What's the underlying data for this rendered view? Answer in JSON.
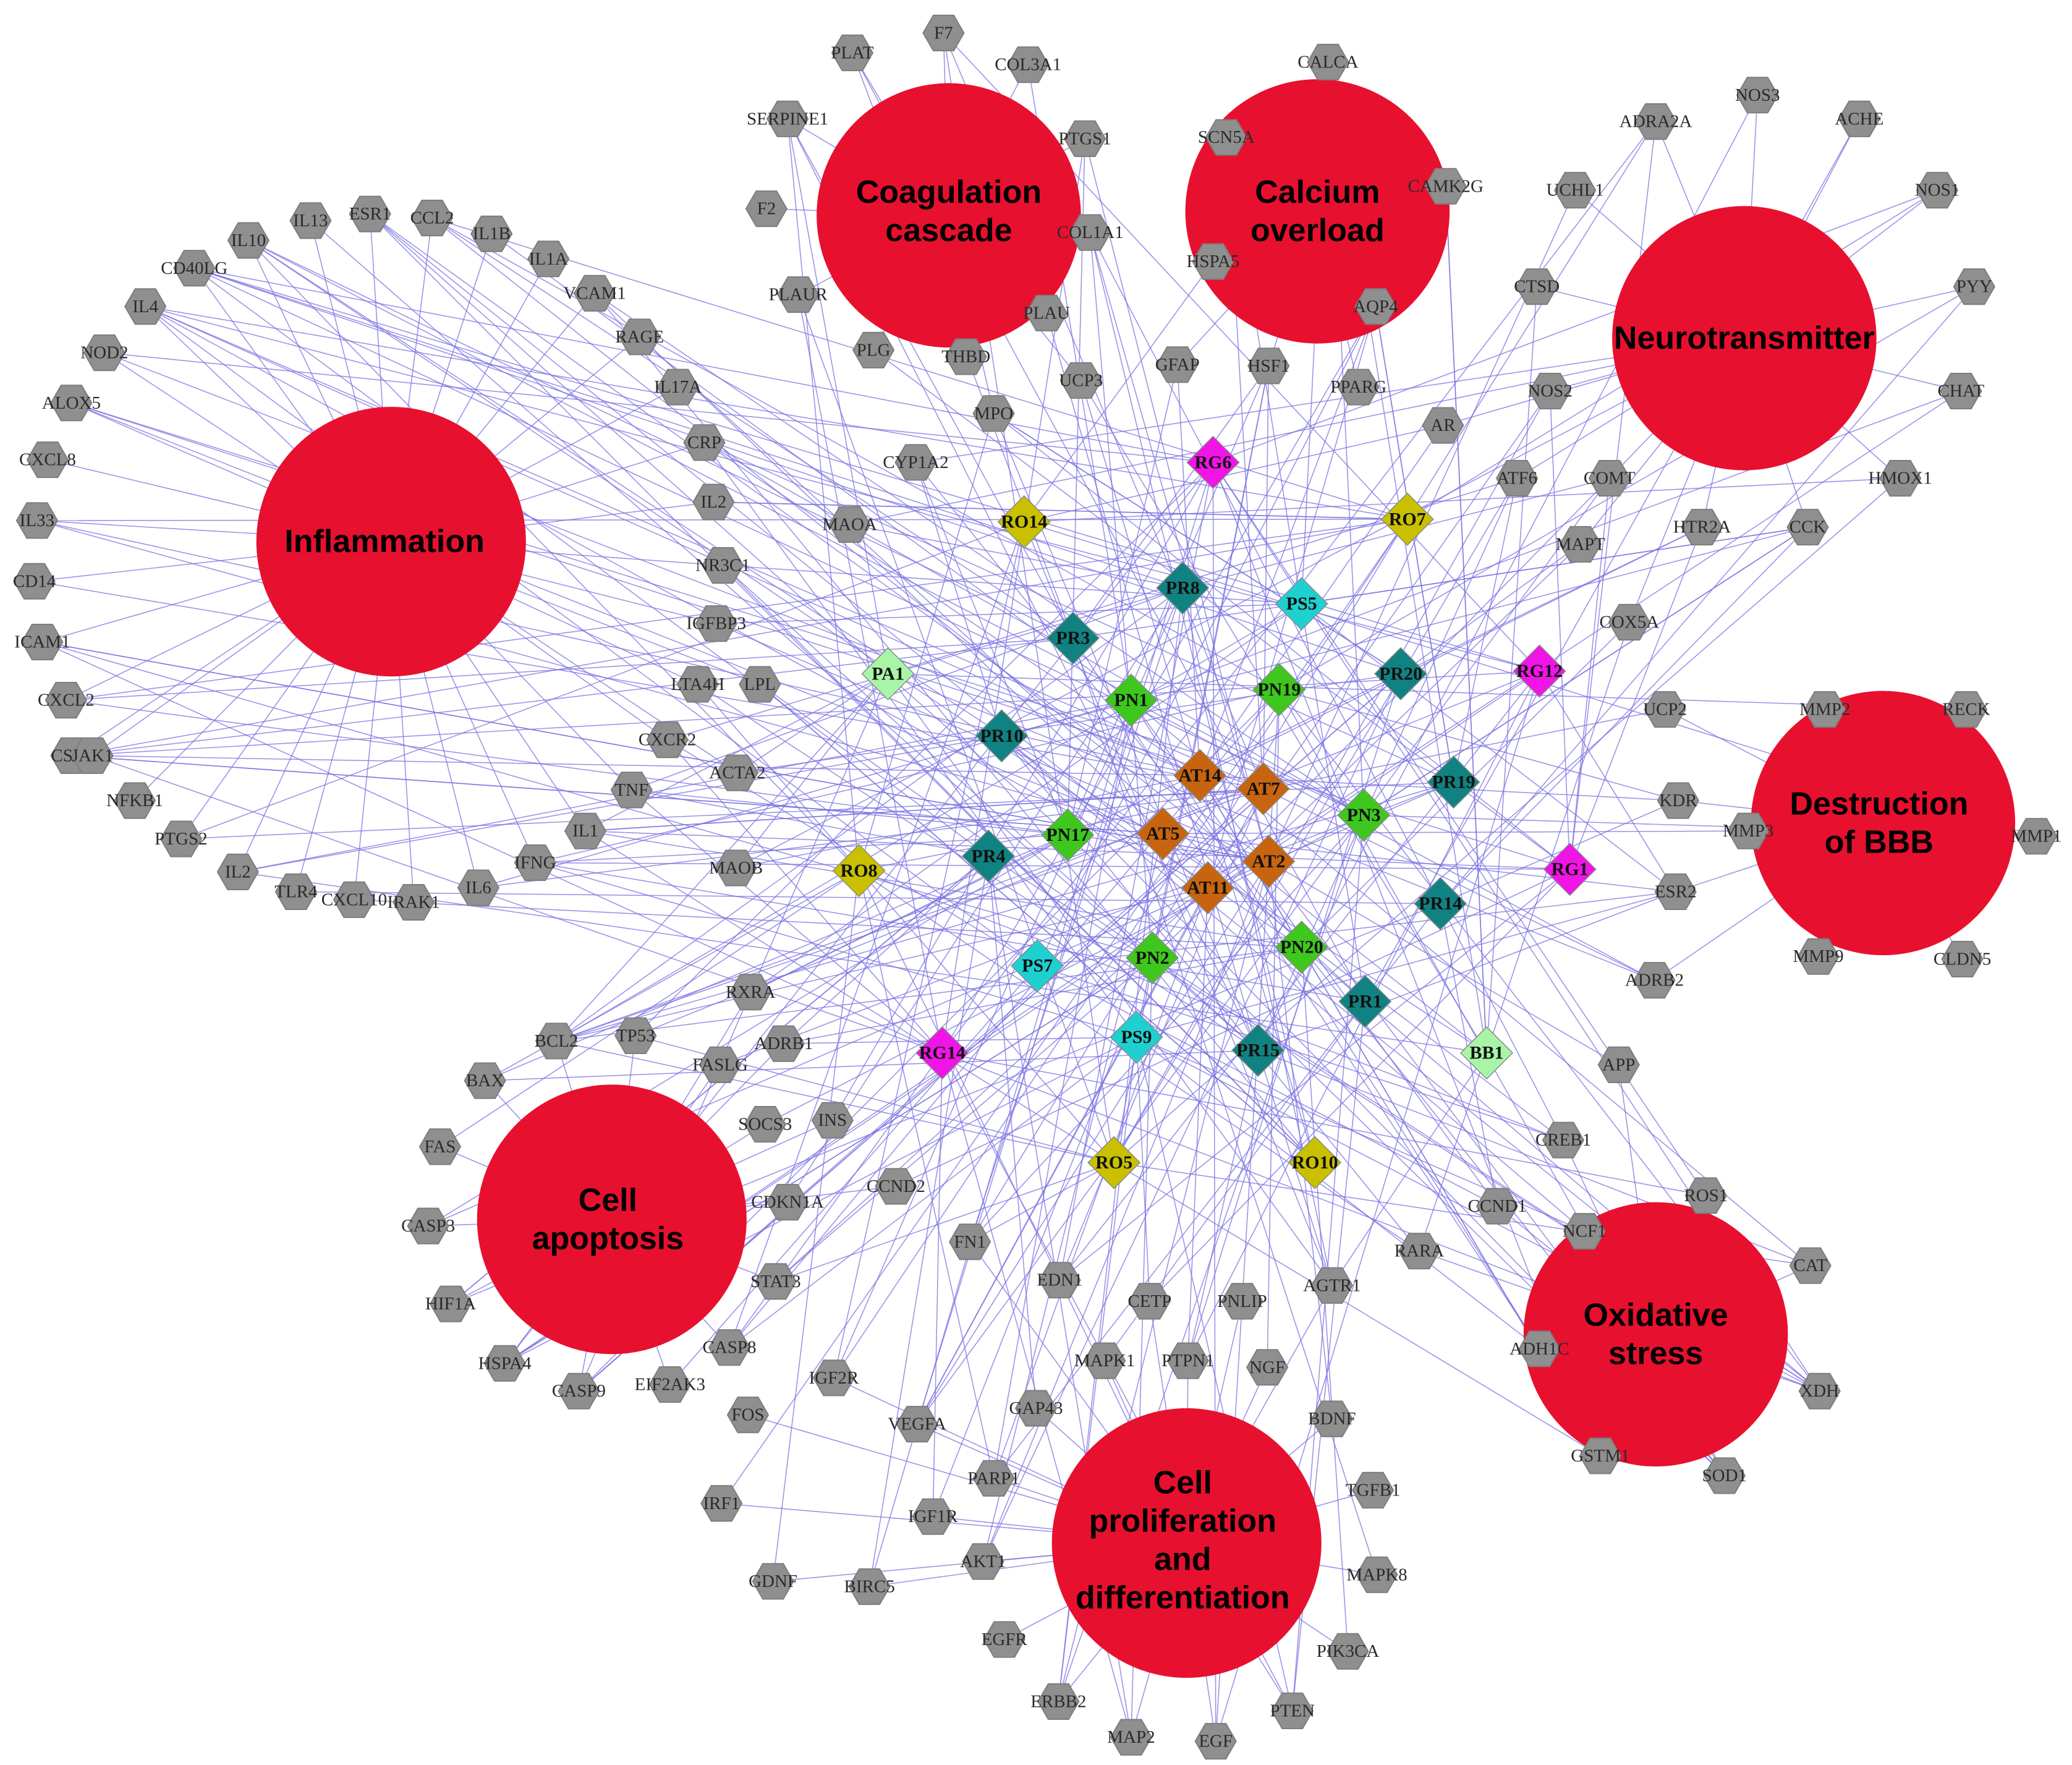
{
  "colors": {
    "edge": "#7b72e0",
    "hub": "#e8102f",
    "gene": "#8f8f8f",
    "AT": "#c8640f",
    "PN": "#3ec81e",
    "PR": "#118282",
    "PS": "#1fd0d0",
    "RG": "#f014e6",
    "RO": "#c8c000",
    "PA": "#a8f5a8",
    "BB": "#a8f5a8"
  },
  "hubs": [
    {
      "id": "inflammation",
      "lines": [
        "Inflammation"
      ]
    },
    {
      "id": "coagulation",
      "lines": [
        "Coagulation",
        "cascade"
      ]
    },
    {
      "id": "calcium",
      "lines": [
        "Calcium",
        "overload"
      ]
    },
    {
      "id": "neuro",
      "lines": [
        "Neurotransmitter"
      ]
    },
    {
      "id": "bbb",
      "lines": [
        "Destruction",
        "of  BBB"
      ]
    },
    {
      "id": "oxidative",
      "lines": [
        "Oxidative",
        "stress"
      ]
    },
    {
      "id": "prolif",
      "lines": [
        "Cell",
        "proliferation",
        "and",
        "differentiation"
      ]
    },
    {
      "id": "apoptosis",
      "lines": [
        "Cell",
        "apoptosis"
      ]
    }
  ],
  "compounds": [
    {
      "id": "RG6",
      "type": "RG"
    },
    {
      "id": "RO14",
      "type": "RO"
    },
    {
      "id": "RO7",
      "type": "RO"
    },
    {
      "id": "PR8",
      "type": "PR"
    },
    {
      "id": "PS5",
      "type": "PS"
    },
    {
      "id": "PR3",
      "type": "PR"
    },
    {
      "id": "PA1",
      "type": "PA"
    },
    {
      "id": "PN1",
      "type": "PN"
    },
    {
      "id": "PN19",
      "type": "PN"
    },
    {
      "id": "PR20",
      "type": "PR"
    },
    {
      "id": "RG12",
      "type": "RG"
    },
    {
      "id": "PR10",
      "type": "PR"
    },
    {
      "id": "AT14",
      "type": "AT"
    },
    {
      "id": "AT7",
      "type": "AT"
    },
    {
      "id": "PR19",
      "type": "PR"
    },
    {
      "id": "PN3",
      "type": "PN"
    },
    {
      "id": "PN17",
      "type": "PN"
    },
    {
      "id": "AT5",
      "type": "AT"
    },
    {
      "id": "AT2",
      "type": "AT"
    },
    {
      "id": "PR4",
      "type": "PR"
    },
    {
      "id": "RO8",
      "type": "RO"
    },
    {
      "id": "AT11",
      "type": "AT"
    },
    {
      "id": "RG1",
      "type": "RG"
    },
    {
      "id": "PR14",
      "type": "PR"
    },
    {
      "id": "PS7",
      "type": "PS"
    },
    {
      "id": "PN2",
      "type": "PN"
    },
    {
      "id": "PN20",
      "type": "PN"
    },
    {
      "id": "PR1",
      "type": "PR"
    },
    {
      "id": "PS9",
      "type": "PS"
    },
    {
      "id": "RG14",
      "type": "RG"
    },
    {
      "id": "PR15",
      "type": "PR"
    },
    {
      "id": "BB1",
      "type": "BB"
    },
    {
      "id": "RO5",
      "type": "RO"
    },
    {
      "id": "RO10",
      "type": "RO"
    }
  ],
  "targets": [
    {
      "id": "PLAT",
      "hub": "coagulation"
    },
    {
      "id": "F7",
      "hub": "coagulation"
    },
    {
      "id": "COL3A1",
      "hub": "coagulation"
    },
    {
      "id": "SERPINE1",
      "hub": "coagulation"
    },
    {
      "id": "PTGS1",
      "hub": "coagulation"
    },
    {
      "id": "F2",
      "hub": "coagulation"
    },
    {
      "id": "COL1A1",
      "hub": "coagulation"
    },
    {
      "id": "PLAUR",
      "hub": "coagulation"
    },
    {
      "id": "PLAU",
      "hub": "coagulation"
    },
    {
      "id": "PLG",
      "hub": "coagulation"
    },
    {
      "id": "THBD",
      "hub": "coagulation"
    },
    {
      "id": "UCP3",
      "hub": "coagulation"
    },
    {
      "id": "MPO",
      "hub": "coagulation"
    },
    {
      "id": "CALCA",
      "hub": "calcium"
    },
    {
      "id": "SCN5A",
      "hub": "calcium"
    },
    {
      "id": "CAMK2G",
      "hub": "calcium"
    },
    {
      "id": "HSPA5",
      "hub": "calcium"
    },
    {
      "id": "AQP4",
      "hub": "calcium"
    },
    {
      "id": "GFAP",
      "hub": "calcium"
    },
    {
      "id": "HSF1",
      "hub": "calcium"
    },
    {
      "id": "PPARG",
      "hub": "calcium"
    },
    {
      "id": "NOS3",
      "hub": "neuro"
    },
    {
      "id": "ADRA2A",
      "hub": "neuro"
    },
    {
      "id": "ACHE",
      "hub": "neuro"
    },
    {
      "id": "UCHL1",
      "hub": "neuro"
    },
    {
      "id": "NOS1",
      "hub": "neuro"
    },
    {
      "id": "CTSD",
      "hub": "neuro"
    },
    {
      "id": "PYY",
      "hub": "neuro"
    },
    {
      "id": "NOS2",
      "hub": "neuro"
    },
    {
      "id": "CHAT",
      "hub": "neuro"
    },
    {
      "id": "AR",
      "hub": "neuro"
    },
    {
      "id": "ATF6",
      "hub": "neuro"
    },
    {
      "id": "COMT",
      "hub": "neuro"
    },
    {
      "id": "HMOX1",
      "hub": "neuro"
    },
    {
      "id": "MAPT",
      "hub": "neuro"
    },
    {
      "id": "HTR2A",
      "hub": "neuro"
    },
    {
      "id": "CCK",
      "hub": "neuro"
    },
    {
      "id": "COX5A",
      "hub": "neuro"
    },
    {
      "id": "IL13",
      "hub": "inflammation"
    },
    {
      "id": "ESR1",
      "hub": "inflammation"
    },
    {
      "id": "CCL2",
      "hub": "inflammation"
    },
    {
      "id": "IL10",
      "hub": "inflammation"
    },
    {
      "id": "IL1B",
      "hub": "inflammation"
    },
    {
      "id": "IL1A",
      "hub": "inflammation"
    },
    {
      "id": "CD40LG",
      "hub": "inflammation"
    },
    {
      "id": "VCAM1",
      "hub": "inflammation"
    },
    {
      "id": "IL4",
      "hub": "inflammation"
    },
    {
      "id": "RAGE",
      "hub": "inflammation"
    },
    {
      "id": "NOD2",
      "hub": "inflammation"
    },
    {
      "id": "IL17A",
      "hub": "inflammation"
    },
    {
      "id": "ALOX5",
      "hub": "inflammation"
    },
    {
      "id": "CRP",
      "hub": "inflammation"
    },
    {
      "id": "CXCL8",
      "hub": "inflammation"
    },
    {
      "id": "IL2",
      "hub": "inflammation"
    },
    {
      "id": "IL33",
      "hub": "inflammation"
    },
    {
      "id": "NR3C1",
      "hub": "inflammation"
    },
    {
      "id": "CD14",
      "hub": "inflammation"
    },
    {
      "id": "IGFBP3",
      "hub": "inflammation"
    },
    {
      "id": "ICAM1",
      "hub": "inflammation"
    },
    {
      "id": "LTA4H",
      "hub": "inflammation"
    },
    {
      "id": "CXCL2",
      "hub": "inflammation"
    },
    {
      "id": "LPL",
      "hub": "inflammation"
    },
    {
      "id": "CSF2",
      "hub": "inflammation"
    },
    {
      "id": "CXCR2",
      "hub": "inflammation"
    },
    {
      "id": "JAK1",
      "hub": "inflammation"
    },
    {
      "id": "ACTA2",
      "hub": "inflammation"
    },
    {
      "id": "NFKB1",
      "hub": "inflammation"
    },
    {
      "id": "TNF",
      "hub": "inflammation"
    },
    {
      "id": "PTGS2",
      "hub": "inflammation"
    },
    {
      "id": "IL1",
      "hub": "inflammation"
    },
    {
      "id": "IL2",
      "hub": "inflammation"
    },
    {
      "id": "IFNG",
      "hub": "inflammation"
    },
    {
      "id": "TLR4",
      "hub": "inflammation"
    },
    {
      "id": "CXCL10",
      "hub": "inflammation"
    },
    {
      "id": "IRAK1",
      "hub": "inflammation"
    },
    {
      "id": "IL6",
      "hub": "inflammation"
    },
    {
      "id": "CYP1A2",
      "hub": "neuro"
    },
    {
      "id": "MAOA",
      "hub": "neuro"
    },
    {
      "id": "MAOB",
      "hub": "neuro"
    },
    {
      "id": "MMP2",
      "hub": "bbb"
    },
    {
      "id": "RECK",
      "hub": "bbb"
    },
    {
      "id": "UCP2",
      "hub": "bbb"
    },
    {
      "id": "KDR",
      "hub": "bbb"
    },
    {
      "id": "MMP3",
      "hub": "bbb"
    },
    {
      "id": "MMP1",
      "hub": "bbb"
    },
    {
      "id": "ESR2",
      "hub": "bbb"
    },
    {
      "id": "MMP9",
      "hub": "bbb"
    },
    {
      "id": "CLDN5",
      "hub": "bbb"
    },
    {
      "id": "ADRB2",
      "hub": "bbb"
    },
    {
      "id": "APP",
      "hub": "oxidative"
    },
    {
      "id": "CREB1",
      "hub": "oxidative"
    },
    {
      "id": "ROS1",
      "hub": "oxidative"
    },
    {
      "id": "CCND1",
      "hub": "oxidative"
    },
    {
      "id": "NCF1",
      "hub": "oxidative"
    },
    {
      "id": "CAT",
      "hub": "oxidative"
    },
    {
      "id": "RARA",
      "hub": "oxidative"
    },
    {
      "id": "ADH1C",
      "hub": "oxidative"
    },
    {
      "id": "XDH",
      "hub": "oxidative"
    },
    {
      "id": "GSTM1",
      "hub": "oxidative"
    },
    {
      "id": "SOD1",
      "hub": "oxidative"
    },
    {
      "id": "RXRA",
      "hub": "apoptosis"
    },
    {
      "id": "BCL2",
      "hub": "apoptosis"
    },
    {
      "id": "TP53",
      "hub": "apoptosis"
    },
    {
      "id": "FASLG",
      "hub": "apoptosis"
    },
    {
      "id": "ADRB1",
      "hub": "apoptosis"
    },
    {
      "id": "BAX",
      "hub": "apoptosis"
    },
    {
      "id": "SOCS3",
      "hub": "apoptosis"
    },
    {
      "id": "INS",
      "hub": "apoptosis"
    },
    {
      "id": "FAS",
      "hub": "apoptosis"
    },
    {
      "id": "CDKN1A",
      "hub": "apoptosis"
    },
    {
      "id": "CCND2",
      "hub": "apoptosis"
    },
    {
      "id": "CASP3",
      "hub": "apoptosis"
    },
    {
      "id": "STAT3",
      "hub": "apoptosis"
    },
    {
      "id": "HIF1A",
      "hub": "apoptosis"
    },
    {
      "id": "CASP8",
      "hub": "apoptosis"
    },
    {
      "id": "HSPA4",
      "hub": "apoptosis"
    },
    {
      "id": "CASP9",
      "hub": "apoptosis"
    },
    {
      "id": "EIF2AK3",
      "hub": "apoptosis"
    },
    {
      "id": "FN1",
      "hub": "prolif"
    },
    {
      "id": "EDN1",
      "hub": "prolif"
    },
    {
      "id": "CETP",
      "hub": "prolif"
    },
    {
      "id": "PNLIP",
      "hub": "prolif"
    },
    {
      "id": "AGTR1",
      "hub": "prolif"
    },
    {
      "id": "MAPK1",
      "hub": "prolif"
    },
    {
      "id": "PTPN1",
      "hub": "prolif"
    },
    {
      "id": "NGF",
      "hub": "prolif"
    },
    {
      "id": "IGF2R",
      "hub": "prolif"
    },
    {
      "id": "FOS",
      "hub": "prolif"
    },
    {
      "id": "VEGFA",
      "hub": "prolif"
    },
    {
      "id": "GAP43",
      "hub": "prolif"
    },
    {
      "id": "BDNF",
      "hub": "prolif"
    },
    {
      "id": "PARP1",
      "hub": "prolif"
    },
    {
      "id": "TGFB1",
      "hub": "prolif"
    },
    {
      "id": "IRF1",
      "hub": "prolif"
    },
    {
      "id": "IGF1R",
      "hub": "prolif"
    },
    {
      "id": "AKT1",
      "hub": "prolif"
    },
    {
      "id": "MAPK8",
      "hub": "prolif"
    },
    {
      "id": "GDNF",
      "hub": "prolif"
    },
    {
      "id": "BIRC5",
      "hub": "prolif"
    },
    {
      "id": "EGFR",
      "hub": "prolif"
    },
    {
      "id": "PIK3CA",
      "hub": "prolif"
    },
    {
      "id": "ERBB2",
      "hub": "prolif"
    },
    {
      "id": "PTEN",
      "hub": "prolif"
    },
    {
      "id": "MAP2",
      "hub": "prolif"
    },
    {
      "id": "EGF",
      "hub": "prolif"
    }
  ]
}
